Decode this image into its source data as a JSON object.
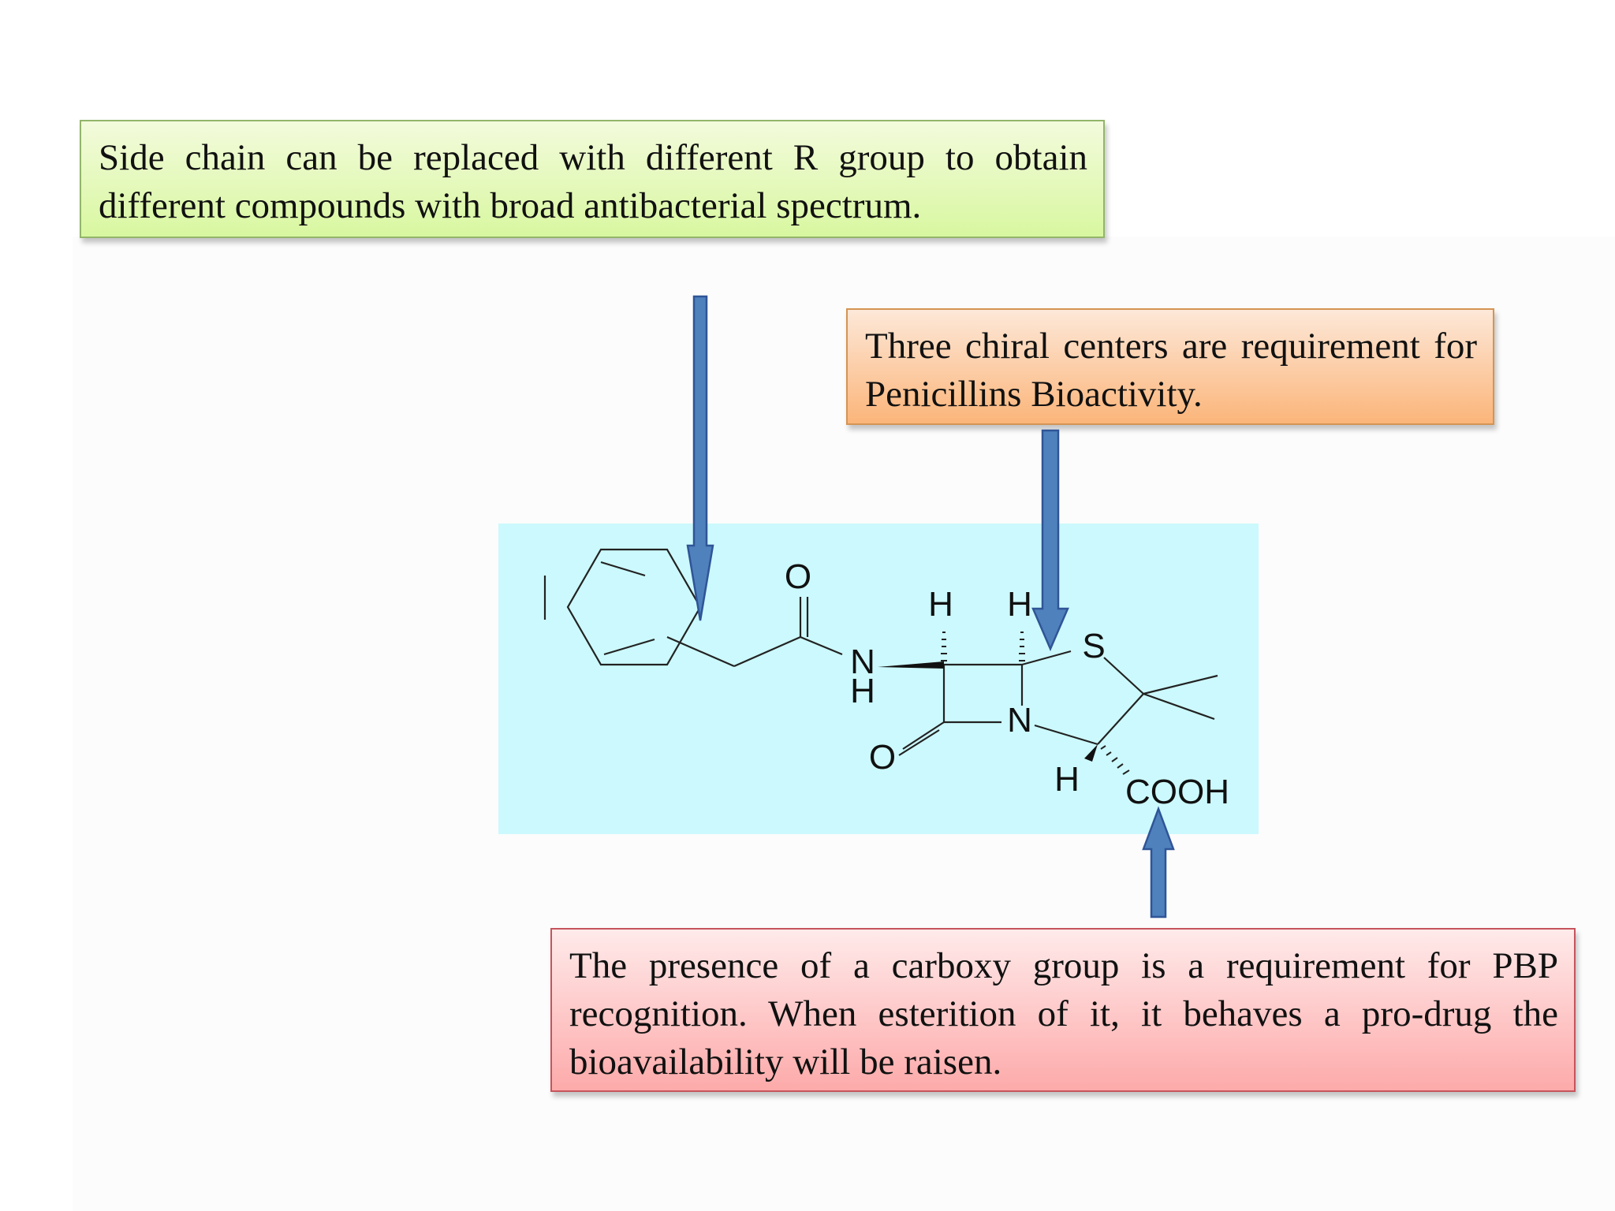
{
  "callouts": {
    "side_chain": "Side chain can be replaced with different R group to obtain different compounds with broad antibacterial spectrum.",
    "chiral_centers": "Three chiral centers are requirement for Penicillins Bioactivity.",
    "carboxy_group": "The presence of a carboxy group is a requirement for PBP recognition. When esterition of it, it behaves a pro-drug the bioavailability will be raisen."
  },
  "structure": {
    "atom_o_amide": "O",
    "atom_h1": "H",
    "atom_h2": "H",
    "atom_n_amide": "N",
    "atom_h_amide": "H",
    "atom_s": "S",
    "atom_n_ring": "N",
    "atom_o_lactam": "O",
    "atom_h3": "H",
    "group_cooh": "COOH"
  },
  "colors": {
    "green_box": "#d8f7a0",
    "orange_box": "#fbb57a",
    "red_box": "#fdaaaa",
    "structure_bg": "#ccf9fd",
    "arrow": "#4f81bd"
  },
  "icons": {
    "arrows": [
      "down-arrow-icon",
      "down-arrow-icon",
      "up-arrow-icon"
    ]
  }
}
